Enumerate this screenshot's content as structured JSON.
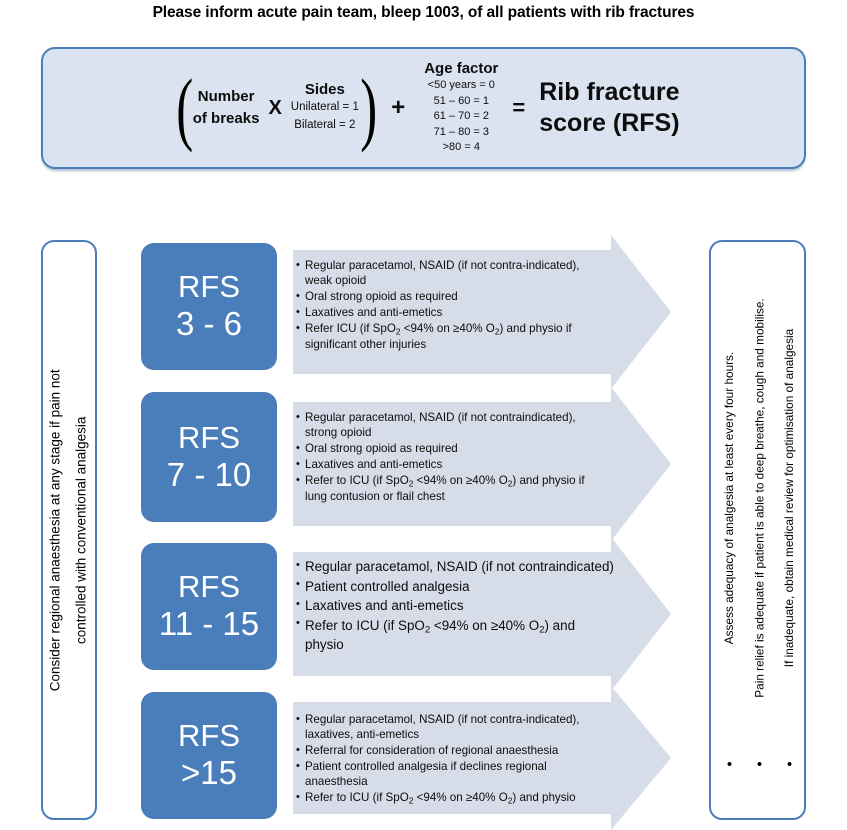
{
  "title": "Please inform acute pain team, bleep 1003, of all patients with rib fractures",
  "formula": {
    "paren_open": "(",
    "paren_close": ")",
    "number_of_breaks_line1": "Number",
    "number_of_breaks_line2": "of breaks",
    "multiply_symbol": "X",
    "sides_heading": "Sides",
    "sides_options": [
      "Unilateral = 1",
      "Bilateral = 2"
    ],
    "plus_symbol": "+",
    "age_factor_heading": "Age factor",
    "age_factor_rows": [
      "<50 years = 0",
      "51 – 60 = 1",
      "61 – 70 = 2",
      "71 – 80 = 3",
      ">80 = 4"
    ],
    "equals_symbol": "=",
    "result_line1": "Rib fracture",
    "result_line2": "score (RFS)"
  },
  "left_panel": {
    "line1": "Consider regional anaesthesia at any stage if pain not",
    "line2": "controlled with conventional analgesia"
  },
  "right_panel": {
    "bullet_glyph": "•",
    "items": [
      "Assess adequacy of analgesia at least every four hours.",
      "Pain relief is adequate if patient is able to deep breathe, cough and mobilise.",
      "If inadequate, obtain medical review for optimisation of analgesia"
    ]
  },
  "rows": [
    {
      "rfs_label": "RFS",
      "rfs_range": "3 - 6",
      "bullets": [
        "Regular paracetamol, NSAID (if not contra-indicated), weak opioid",
        "Oral strong opioid as required",
        "Laxatives and anti-emetics",
        "Refer ICU (if SpO2 <94% on ≥40% O2) and physio if significant other injuries"
      ]
    },
    {
      "rfs_label": "RFS",
      "rfs_range": "7 - 10",
      "bullets": [
        "Regular paracetamol, NSAID (if not contraindicated), strong opioid",
        "Oral strong opioid as required",
        "Laxatives and anti-emetics",
        "Refer to ICU (if SpO2 <94% on ≥40% O2) and physio if lung contusion or flail chest"
      ]
    },
    {
      "rfs_label": "RFS",
      "rfs_range": "11 - 15",
      "bullets": [
        "Regular paracetamol, NSAID (if not contraindicated)",
        "Patient controlled analgesia",
        "Laxatives and anti-emetics",
        "Refer to ICU (if SpO2 <94% on ≥40% O2) and physio"
      ]
    },
    {
      "rfs_label": "RFS",
      "rfs_range": ">15",
      "bullets": [
        "Regular paracetamol, NSAID (if not contra-indicated), laxatives, anti-emetics",
        "Referral for consideration of regional anaesthesia",
        "Patient controlled analgesia if declines regional anaesthesia",
        "Refer to ICU (if SpO2 <94% on ≥40% O2) and physio"
      ]
    }
  ],
  "colors": {
    "accent_blue": "#4a7ebb",
    "header_fill": "#dbe2f0",
    "arrow_fill": "#d6dce8",
    "text": "#0d0d0d"
  }
}
